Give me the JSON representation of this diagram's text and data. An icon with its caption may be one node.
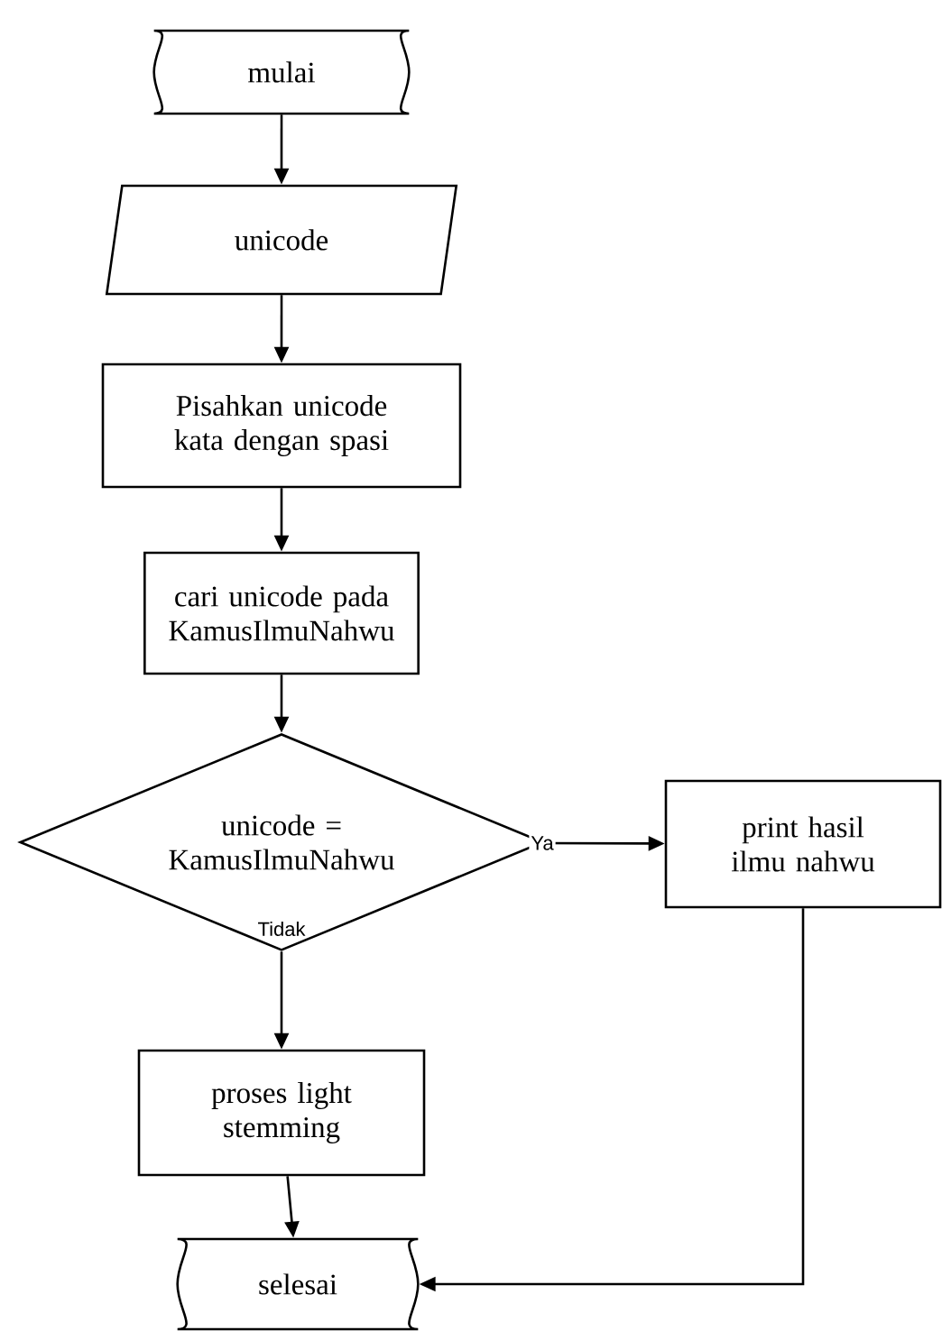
{
  "diagram": {
    "nodes": [
      {
        "text": [
          "mulai"
        ]
      },
      {
        "text": [
          "unicode"
        ]
      },
      {
        "text": [
          "Pisahkan unicode kata dengan spasi"
        ]
      },
      {
        "text": [
          "cari unicode pada KamusIlmuNahwu"
        ]
      },
      {
        "text": [
          "unicode = KamusIlmuNahwu"
        ]
      },
      {
        "text": [
          "print hasil ilmu nahwu"
        ]
      },
      {
        "text": [
          "proses light stemming"
        ]
      },
      {
        "text": [
          "selesai"
        ]
      }
    ],
    "edges": [
      {
        "from": 0,
        "to": 1,
        "arrow": "to"
      },
      {
        "from": 1,
        "to": 2,
        "arrow": "to"
      },
      {
        "from": 2,
        "to": 3,
        "arrow": "to"
      },
      {
        "from": 3,
        "to": 4,
        "arrow": "to"
      },
      {
        "from": 4,
        "to": 5,
        "arrow": "to",
        "label": "Ya"
      },
      {
        "from": 4,
        "to": 6,
        "arrow": "to",
        "label": "Tidak"
      },
      {
        "from": 6,
        "to": 7,
        "arrow": "to"
      },
      {
        "from": 5,
        "to": 7,
        "arrow": "to"
      }
    ]
  }
}
